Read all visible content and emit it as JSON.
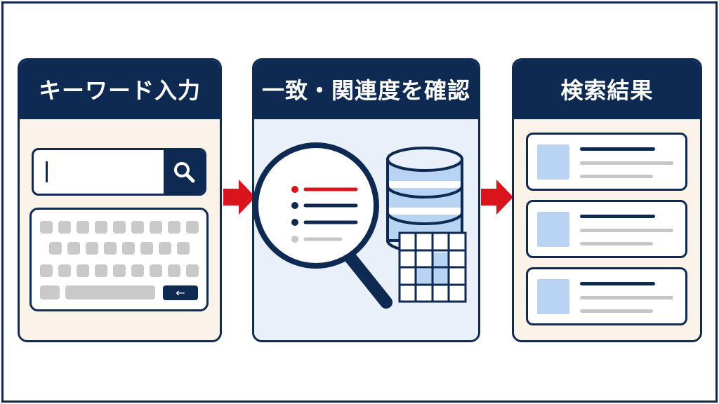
{
  "steps": [
    {
      "title": "キーワード入力"
    },
    {
      "title": "一致・関連度を確認"
    },
    {
      "title": "検索結果"
    }
  ],
  "keyboard": {
    "enter_glyph": "←"
  },
  "colors": {
    "navy": "#0f2a52",
    "arrow_red": "#d9141c",
    "panel_cream": "#fbf2e9",
    "panel_blue": "#e9f0fa",
    "light_blue": "#b9d3f2",
    "gray": "#c6c6c6"
  },
  "icons": [
    "search-icon",
    "magnifier-icon",
    "database-icon",
    "grid-table-icon",
    "arrow-right-icon"
  ],
  "results": [
    {},
    {},
    {}
  ]
}
